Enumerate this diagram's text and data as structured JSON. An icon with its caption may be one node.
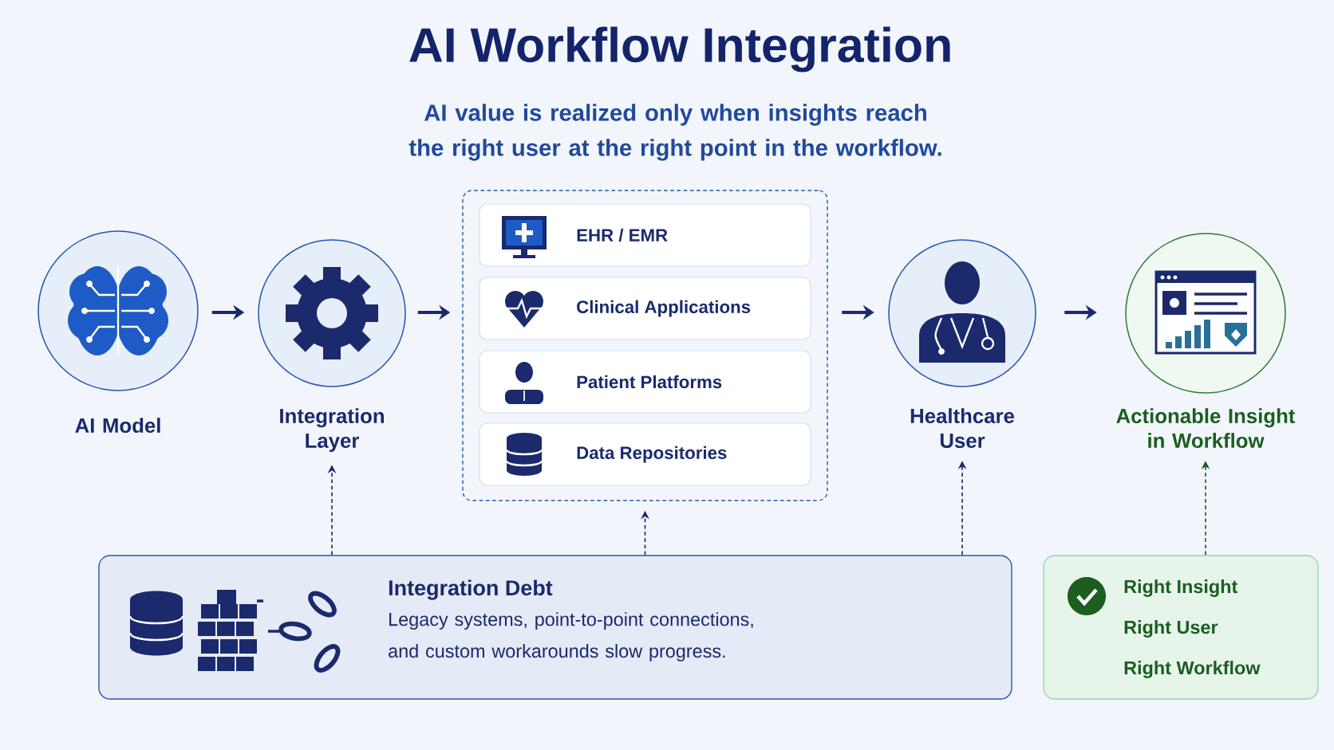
{
  "diagram": {
    "title": "AI Workflow Integration",
    "nodes": [
      {
        "text": [
          "AI Model"
        ]
      },
      {
        "text": [
          "Integration Layer"
        ]
      },
      {
        "text": [],
        "shape": "box"
      },
      {
        "text": [
          "EHR / EMR"
        ],
        "in": 2
      },
      {
        "text": [
          "Clinical Applications"
        ],
        "in": 2
      },
      {
        "text": [
          "Patient Platforms"
        ],
        "in": 2
      },
      {
        "text": [
          "Data Repositories"
        ],
        "in": 2
      },
      {
        "text": [
          "Healthcare User"
        ]
      },
      {
        "text": [
          "Actionable Insight in Workflow"
        ]
      },
      {
        "text": [
          "Integration Debt",
          "Legacy systems, point-to-point connections, and custom workarounds slow progress."
        ]
      },
      {
        "text": [
          "Right Insight",
          "Right User",
          "Right Workflow"
        ]
      }
    ],
    "edges": [
      {
        "from": 0,
        "to": 1,
        "arrow": "to"
      },
      {
        "from": 1,
        "to": 2,
        "arrow": "to"
      },
      {
        "from": 2,
        "to": 7,
        "arrow": "to"
      },
      {
        "from": 7,
        "to": 8,
        "arrow": "to"
      },
      {
        "from": 9,
        "to": 1,
        "arrow": "to",
        "style": "dashed"
      },
      {
        "from": 9,
        "to": 2,
        "arrow": "to",
        "style": "dashed"
      },
      {
        "from": 9,
        "to": 7,
        "arrow": "to",
        "style": "dashed"
      },
      {
        "from": 10,
        "to": 8,
        "arrow": "to",
        "style": "dashed",
        "color": "#1b5e20"
      }
    ],
    "labels": [
      "AI value is realized only when insights reach the right user at the right point in the workflow."
    ]
  }
}
